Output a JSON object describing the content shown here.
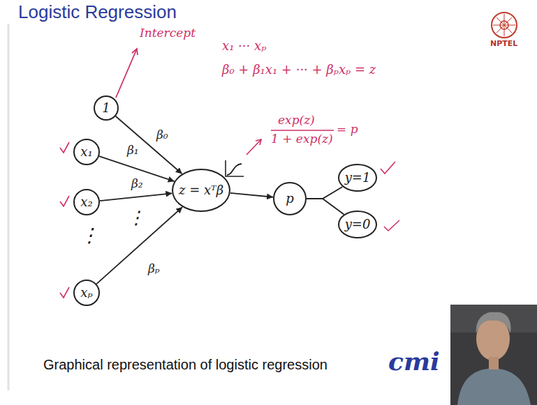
{
  "diagram": {
    "title": "Logistic Regression",
    "caption": "Graphical representation of logistic regression",
    "nodes": [
      {
        "text": [
          "1"
        ]
      },
      {
        "text": [
          "x₁"
        ]
      },
      {
        "text": [
          "x₂"
        ]
      },
      {
        "text": [
          "xₚ"
        ]
      },
      {
        "text": [
          "z = xᵀβ"
        ]
      },
      {
        "text": [
          "p"
        ]
      },
      {
        "text": [
          "y=1"
        ]
      },
      {
        "text": [
          "y=0"
        ]
      }
    ],
    "edges": [
      {
        "from": 0,
        "to": 4,
        "arrow": "to",
        "label": "β₀"
      },
      {
        "from": 1,
        "to": 4,
        "arrow": "to",
        "label": "β₁"
      },
      {
        "from": 2,
        "to": 4,
        "arrow": "to",
        "label": "β₂"
      },
      {
        "from": 3,
        "to": 4,
        "arrow": "to",
        "label": "βₚ"
      },
      {
        "from": 4,
        "to": 5,
        "arrow": "to"
      },
      {
        "from": 5,
        "to": 6,
        "arrow": "none"
      },
      {
        "from": 5,
        "to": 7,
        "arrow": "none"
      }
    ],
    "labels": [
      "Intercept",
      "x₁ ··· xₚ",
      "β₀ + β₁x₁ + ··· + βₚxₚ = z",
      "exp(z)",
      "1 + exp(z)",
      "= p",
      "⋮",
      "⋮",
      "NPTEL",
      "cmi"
    ]
  }
}
